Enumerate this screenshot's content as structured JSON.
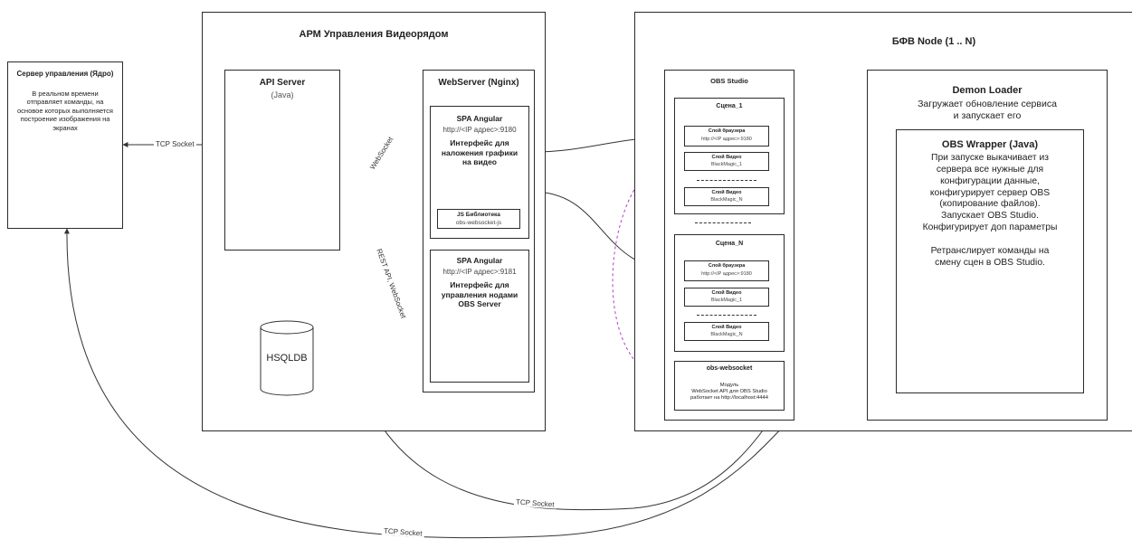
{
  "core": {
    "title": "Сервер управления (Ядро)",
    "description": "В реальном времени\nотправляет команды, на\nосновое которых выполняется\nпостроение изображения на\nэкранах"
  },
  "arm": {
    "title": "АРМ Управления Видеорядом",
    "api_server": {
      "title": "API Server",
      "subtitle": "(Java)"
    },
    "db": {
      "label": "HSQLDB"
    },
    "webserver": {
      "title": "WebServer (Nginx)",
      "spa1": {
        "title": "SPA Angular",
        "address": "http://<IP адрес>:9180",
        "description": "Интерфейс для\nналожения графики\nна видео",
        "lib_title": "JS Библиотека",
        "lib_name": "obs-websocket-js"
      },
      "spa2": {
        "title": "SPA Angular",
        "address": "http://<IP адрес>:9181",
        "description": "Интерфейс для\nуправления нодами\nOBS Server"
      }
    }
  },
  "bfv": {
    "title": "БФВ Node (1 .. N)",
    "obs_studio": {
      "title": "OBS Studio",
      "scene1": {
        "title": "Сцена_1",
        "browser_layer": {
          "title": "Слой браузера",
          "address": "http://<IP адрес>:9180"
        },
        "video_layer_1": {
          "title": "Слой Видео",
          "name": "BlackMagic_1"
        },
        "video_layer_n": {
          "title": "Слой Видео",
          "name": "BlackMagic_N"
        }
      },
      "scene_n": {
        "title": "Сцена_N",
        "browser_layer": {
          "title": "Слой браузера",
          "address": "http://<IP адрес>:9180"
        },
        "video_layer_1": {
          "title": "Слой Видео",
          "name": "BlackMagic_1"
        },
        "video_layer_n": {
          "title": "Слой Видео",
          "name": "BlackMagic_N"
        }
      },
      "websocket": {
        "title": "obs-websocket",
        "description": "Модуль\nWebSocket API для OBS Studio\nработает на http://localhost:4444"
      }
    },
    "demon_loader": {
      "title": "Demon Loader",
      "description": "Загружает обновление сервиса\nи запускает его"
    },
    "obs_wrapper": {
      "title": "OBS Wrapper (Java)",
      "description": "При запуске выкачивает из\nсервера все нужные для\nконфигурации данные,\nконфигурирует сервер OBS\n(копирование файлов).\nЗапускает OBS Studio.\nКонфигурирует доп параметры\n\nРетранслирует команды на\nсмену сцен в OBS Studio."
    }
  },
  "connections": {
    "tcp_core_api": "TCP Socket",
    "websocket": "WebSocket",
    "rest_ws": "REST API, WebSocket",
    "tcp_bottom_1": "TCP Socket",
    "tcp_bottom_2": "TCP Socket"
  },
  "colors": {
    "line": "#333333",
    "dashed": "#b43cc8"
  }
}
